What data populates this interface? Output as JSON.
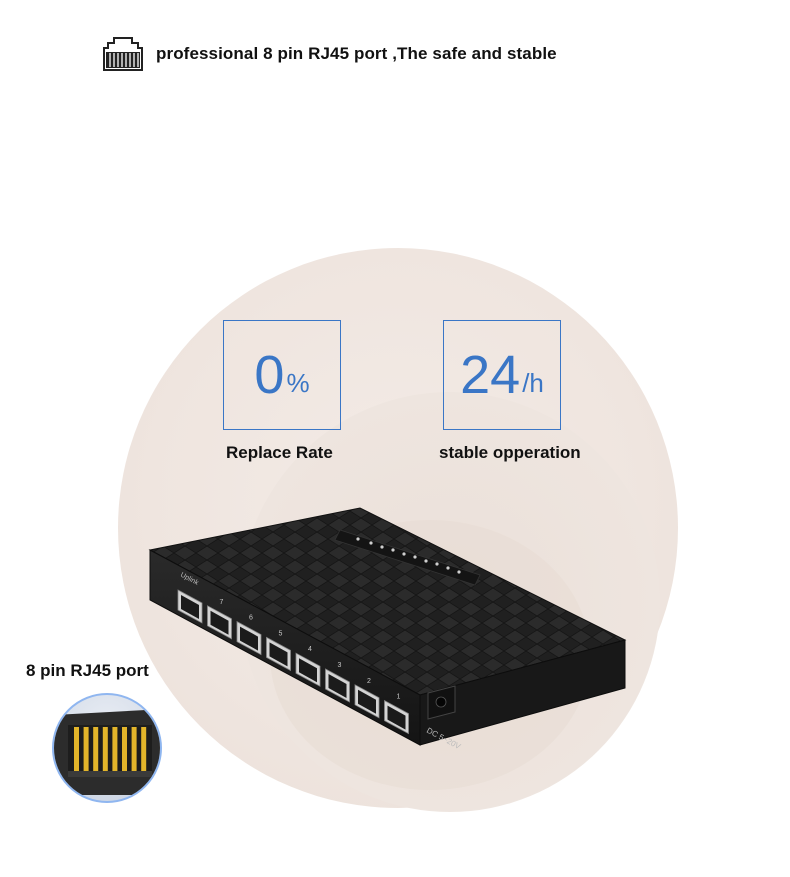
{
  "header": {
    "text": "professional 8 pin RJ45 port ,The safe and stable",
    "icon": "rj45-connector-icon"
  },
  "stats": [
    {
      "value": "0",
      "unit": "%",
      "label": "Replace Rate"
    },
    {
      "value": "24",
      "unit": "/h",
      "label": "stable opperation"
    }
  ],
  "switch": {
    "port_numbers": [
      "7",
      "6",
      "5",
      "4",
      "3",
      "2",
      "1"
    ],
    "uplink_label": "Uplink",
    "power_label": "DC 5~20V",
    "colors": {
      "body": "#1c1c1c",
      "accent": "#3a76c6"
    }
  },
  "port_zoom": {
    "title": "8 pin RJ45 port",
    "pin_count": 8,
    "pin_color": "#e3b52a"
  }
}
